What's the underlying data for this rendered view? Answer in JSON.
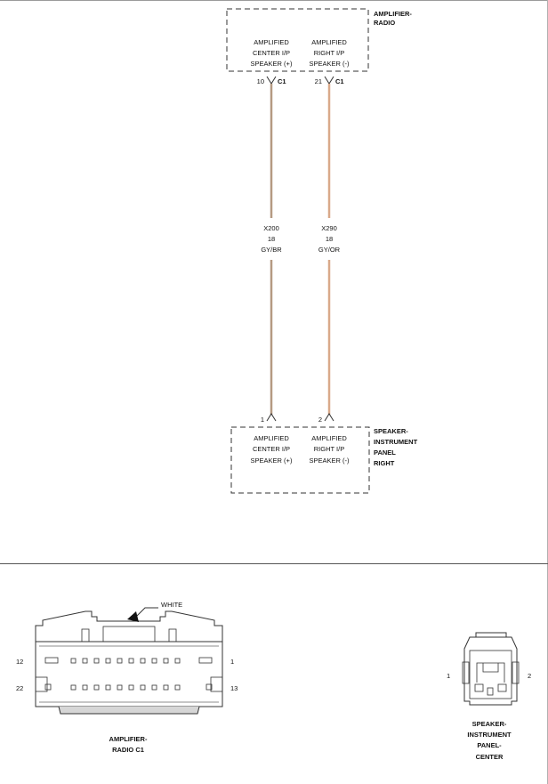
{
  "top_module": {
    "name_line1": "AMPLIFIER-",
    "name_line2": "RADIO",
    "pin_left": {
      "line1": "AMPLIFIED",
      "line2": "CENTER I/P",
      "line3": "SPEAKER (+)",
      "cavity": "10",
      "connector": "C1"
    },
    "pin_right": {
      "line1": "AMPLIFIED",
      "line2": "RIGHT I/P",
      "line3": "SPEAKER (-)",
      "cavity": "21",
      "connector": "C1"
    }
  },
  "wires": [
    {
      "circuit": "X200",
      "gauge": "18",
      "color_code": "GY/BR",
      "color": "#b59a82"
    },
    {
      "circuit": "X290",
      "gauge": "18",
      "color_code": "GY/OR",
      "color": "#d9a98a"
    }
  ],
  "bottom_module": {
    "name_line1": "SPEAKER-",
    "name_line2": "INSTRUMENT",
    "name_line3": "PANEL",
    "name_line4": "RIGHT",
    "pin_left": {
      "cavity": "1",
      "line1": "AMPLIFIED",
      "line2": "CENTER I/P",
      "line3": "SPEAKER (+)"
    },
    "pin_right": {
      "cavity": "2",
      "line1": "AMPLIFIED",
      "line2": "RIGHT I/P",
      "line3": "SPEAKER (-)"
    }
  },
  "connector_view_1": {
    "color_callout": "WHITE",
    "pin_top_left": "12",
    "pin_top_right": "1",
    "pin_bottom_left": "22",
    "pin_bottom_right": "13",
    "caption_line1": "AMPLIFIER-",
    "caption_line2": "RADIO C1"
  },
  "connector_view_2": {
    "pin_left": "1",
    "pin_right": "2",
    "caption_line1": "SPEAKER-",
    "caption_line2": "INSTRUMENT",
    "caption_line3": "PANEL-",
    "caption_line4": "CENTER"
  }
}
